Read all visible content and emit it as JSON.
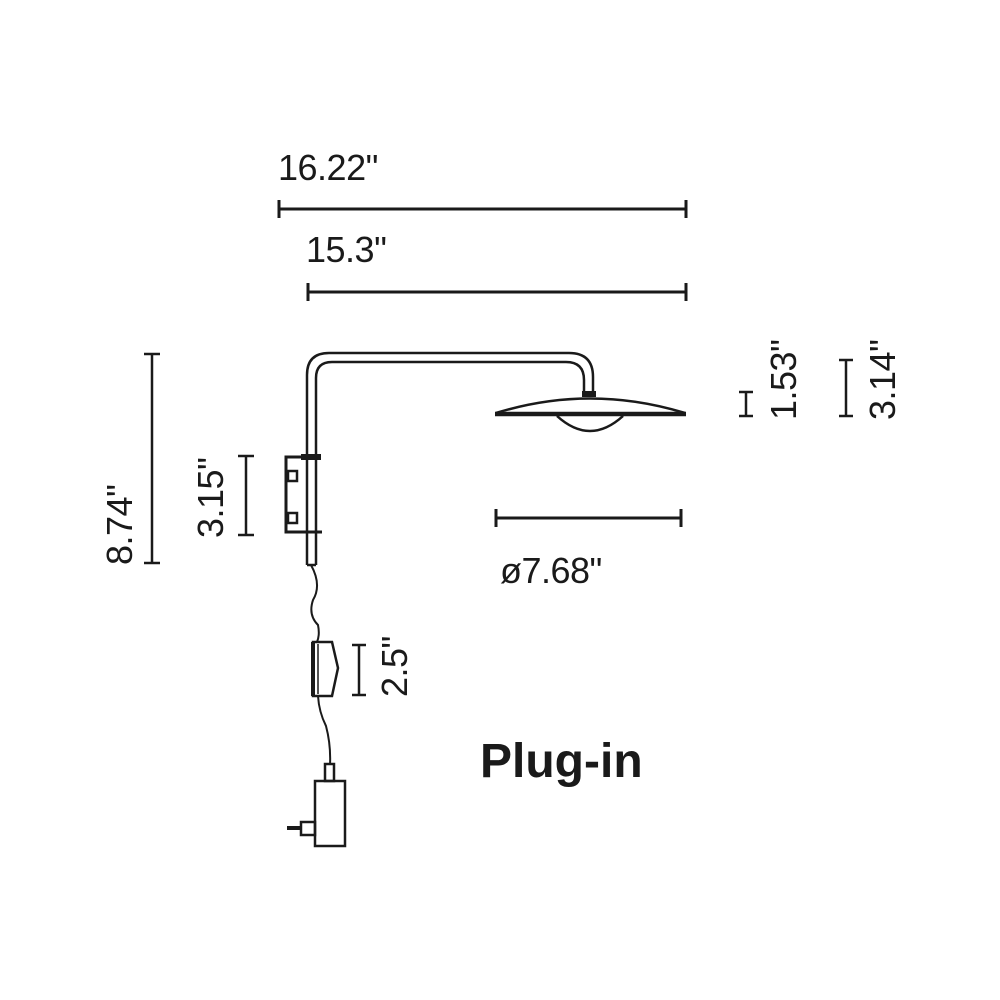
{
  "diagram": {
    "title": "Plug-in",
    "subject": "wall-lamp-plug-in",
    "line_color": "#1a1a1a",
    "background": "#ffffff",
    "dimensions": {
      "overall_width": "16.22\"",
      "arm_width": "15.3\"",
      "head_height": "1.53\"",
      "overall_head_height": "3.14\"",
      "total_height": "8.74\"",
      "bracket_height": "3.15\"",
      "shade_diameter": "ø7.68\"",
      "switch_height": "2.5\""
    }
  }
}
